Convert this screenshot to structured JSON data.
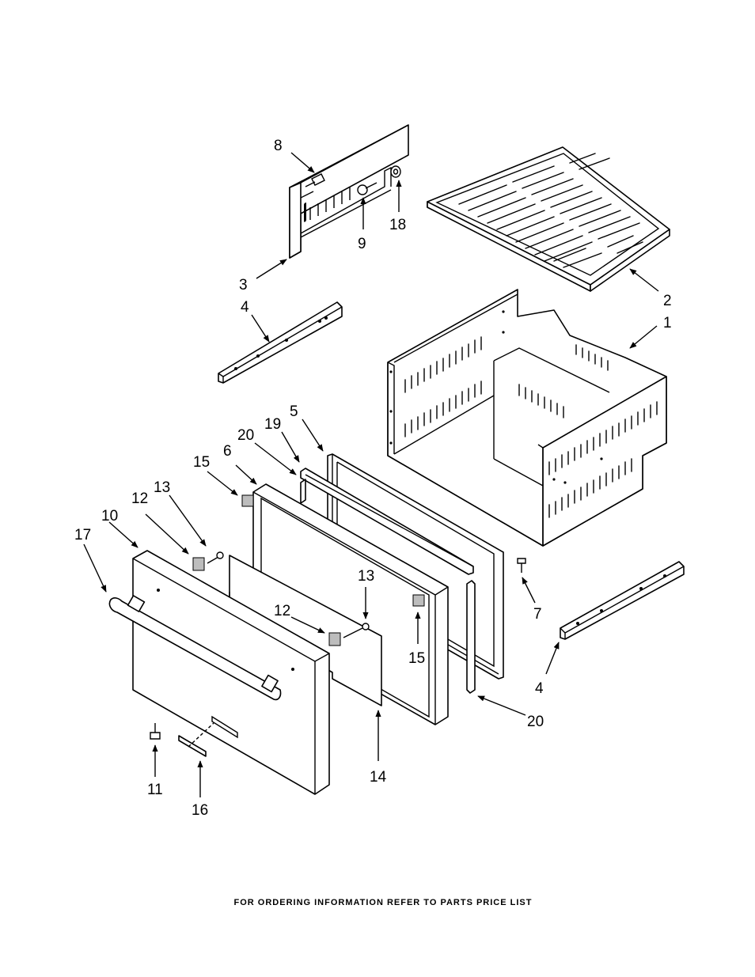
{
  "footer_text": "FOR ORDERING INFORMATION REFER TO PARTS PRICE LIST",
  "callouts": [
    {
      "id": "c1",
      "text": "1"
    },
    {
      "id": "c2",
      "text": "2"
    },
    {
      "id": "c3",
      "text": "3"
    },
    {
      "id": "c4a",
      "text": "4"
    },
    {
      "id": "c4b",
      "text": "4"
    },
    {
      "id": "c5",
      "text": "5"
    },
    {
      "id": "c6",
      "text": "6"
    },
    {
      "id": "c7",
      "text": "7"
    },
    {
      "id": "c8",
      "text": "8"
    },
    {
      "id": "c9",
      "text": "9"
    },
    {
      "id": "c10",
      "text": "10"
    },
    {
      "id": "c11",
      "text": "11"
    },
    {
      "id": "c12a",
      "text": "12"
    },
    {
      "id": "c12b",
      "text": "12"
    },
    {
      "id": "c13a",
      "text": "13"
    },
    {
      "id": "c13b",
      "text": "13"
    },
    {
      "id": "c14",
      "text": "14"
    },
    {
      "id": "c15a",
      "text": "15"
    },
    {
      "id": "c15b",
      "text": "15"
    },
    {
      "id": "c16",
      "text": "16"
    },
    {
      "id": "c17",
      "text": "17"
    },
    {
      "id": "c18",
      "text": "18"
    },
    {
      "id": "c19",
      "text": "19"
    },
    {
      "id": "c20a",
      "text": "20"
    },
    {
      "id": "c20b",
      "text": "20"
    }
  ]
}
